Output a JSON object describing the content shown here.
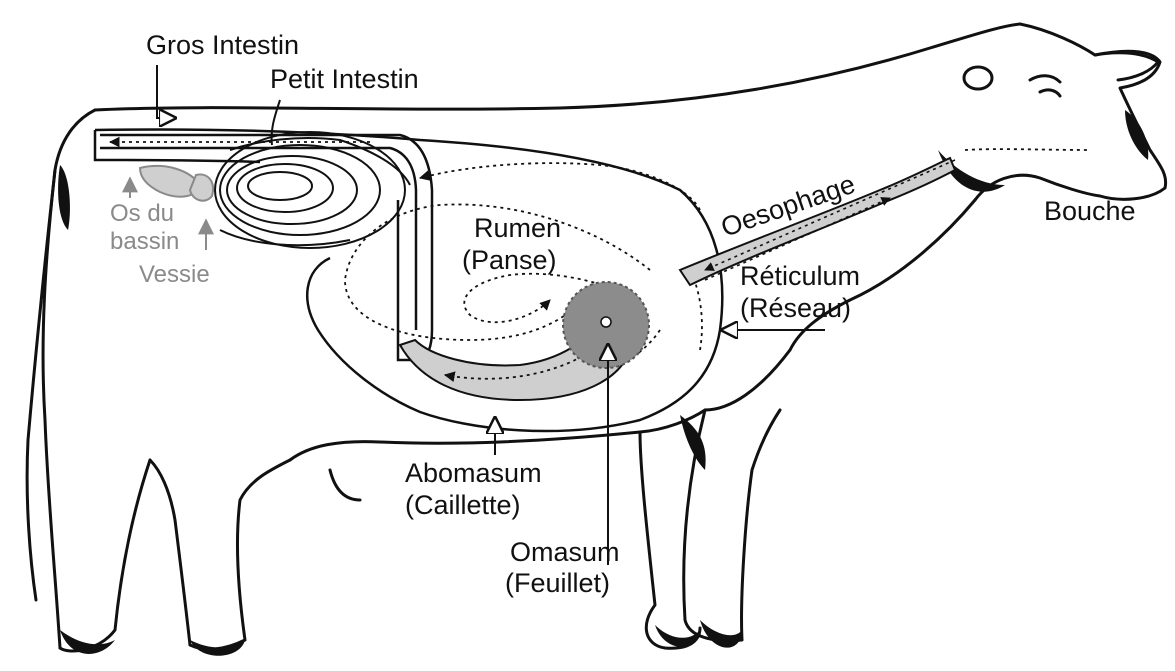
{
  "labels": {
    "gros_intestin": "Gros Intestin",
    "petit_intestin": "Petit Intestin",
    "os_du": "Os du",
    "bassin": "bassin",
    "vessie": "Vessie",
    "rumen": "Rumen",
    "panse": "(Panse)",
    "reticulum": "Réticulum",
    "reseau": "(Réseau)",
    "oesophage": "Oesophage",
    "bouche": "Bouche",
    "abomasum": "Abomasum",
    "caillette": "(Caillette)",
    "omasum": "Omasum",
    "feuillet": "(Feuillet)"
  },
  "colors": {
    "outline": "#111111",
    "organ_fill": "#cfcfcf",
    "omasum_fill": "#8c8c8c",
    "secondary_text": "#8a8a8a"
  }
}
